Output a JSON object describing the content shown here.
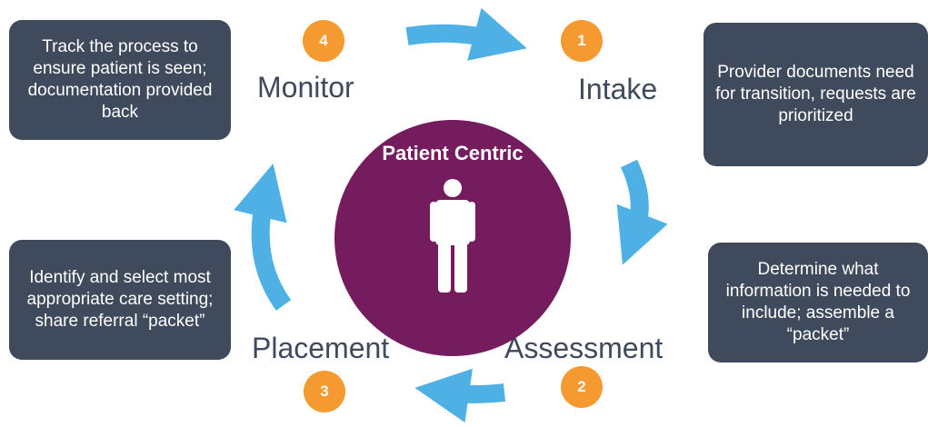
{
  "center": {
    "title": "Patient Centric",
    "icon": "person-icon",
    "color": "#741c5d"
  },
  "steps": [
    {
      "number": "1",
      "label": "Intake",
      "description": "Provider documents need for transition, requests are prioritized"
    },
    {
      "number": "2",
      "label": "Assessment",
      "description": "Determine what information is needed to include; assemble a “packet”"
    },
    {
      "number": "3",
      "label": "Placement",
      "description": "Identify and select most appropriate care setting; share referral “packet”"
    },
    {
      "number": "4",
      "label": "Monitor",
      "description": "Track the process to ensure patient is seen; documentation provided back"
    }
  ],
  "colors": {
    "box": "#3f4a5c",
    "badge": "#f59a30",
    "arrow": "#4fb0e6",
    "label": "#3f4a5c"
  }
}
